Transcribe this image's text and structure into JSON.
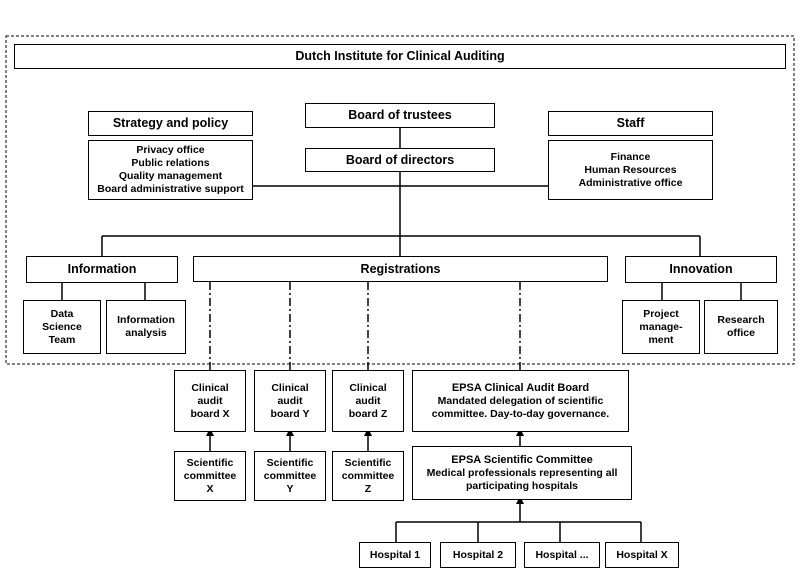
{
  "title": "Dutch Institute for Clinical Auditing",
  "board_of_trustees": "Board of trustees",
  "board_of_directors": "Board of directors",
  "strategy": {
    "title": "Strategy and policy",
    "items": [
      "Privacy office",
      "Public relations",
      "Quality management",
      "Board administrative support"
    ]
  },
  "staff": {
    "title": "Staff",
    "items": [
      "Finance",
      "Human Resources",
      "Administrative office"
    ]
  },
  "information": {
    "title": "Information",
    "items": [
      {
        "lines": [
          "Data",
          "Science",
          "Team"
        ]
      },
      {
        "lines": [
          "Information",
          "analysis"
        ]
      }
    ]
  },
  "registrations": "Registrations",
  "innovation": {
    "title": "Innovation",
    "items": [
      {
        "lines": [
          "Project",
          "manage-",
          "ment"
        ]
      },
      {
        "lines": [
          "Research",
          "office"
        ]
      }
    ]
  },
  "audit_boards": [
    {
      "lines": [
        "Clinical",
        "audit",
        "board X"
      ]
    },
    {
      "lines": [
        "Clinical",
        "audit",
        "board Y"
      ]
    },
    {
      "lines": [
        "Clinical",
        "audit",
        "board Z"
      ]
    }
  ],
  "scientific_committees": [
    {
      "lines": [
        "Scientific",
        "committee",
        "X"
      ]
    },
    {
      "lines": [
        "Scientific",
        "committee",
        "Y"
      ]
    },
    {
      "lines": [
        "Scientific",
        "committee",
        "Z"
      ]
    }
  ],
  "epsa_audit_board": {
    "title": "EPSA Clinical Audit Board",
    "lines": [
      "Mandated delegation of scientific",
      "committee. Day-to-day governance."
    ]
  },
  "epsa_scientific_committee": {
    "title": "EPSA Scientific Committee",
    "lines": [
      "Medical professionals representing all",
      "participating hospitals"
    ]
  },
  "hospitals": [
    "Hospital 1",
    "Hospital 2",
    "Hospital ...",
    "Hospital X"
  ]
}
